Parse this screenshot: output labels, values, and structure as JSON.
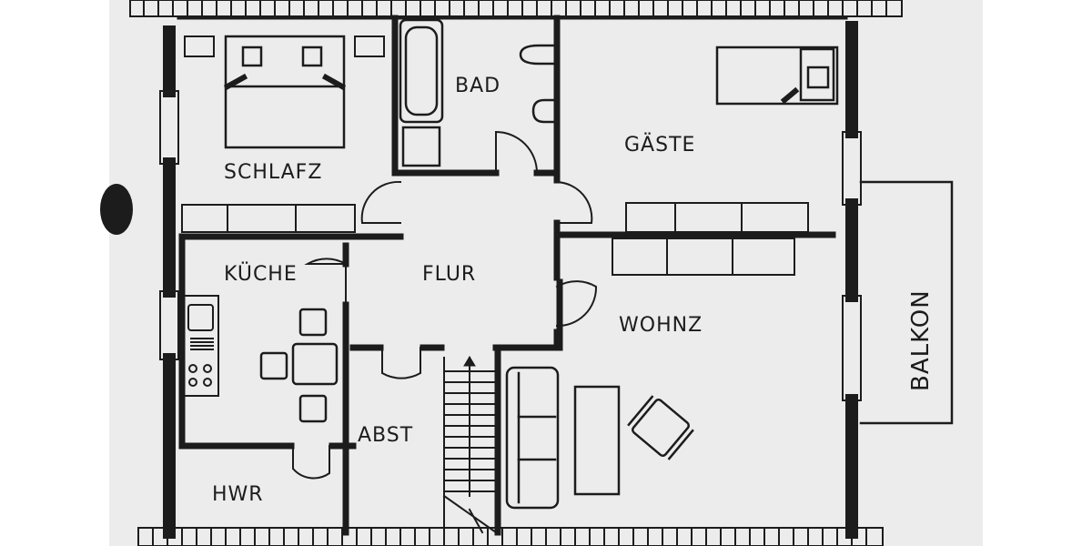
{
  "plan": {
    "rooms": {
      "schlafz": "SCHLAFZ",
      "bad": "BAD",
      "gaeste": "GÄSTE",
      "flur": "FLUR",
      "kueche": "KÜCHE",
      "wohnz": "WOHNZ",
      "abst": "ABST",
      "hwr": "HWR",
      "balkon": "BALKON"
    }
  },
  "colors": {
    "paper": "#ececec",
    "ink": "#1c1c1c",
    "margin": "#ffffff"
  }
}
